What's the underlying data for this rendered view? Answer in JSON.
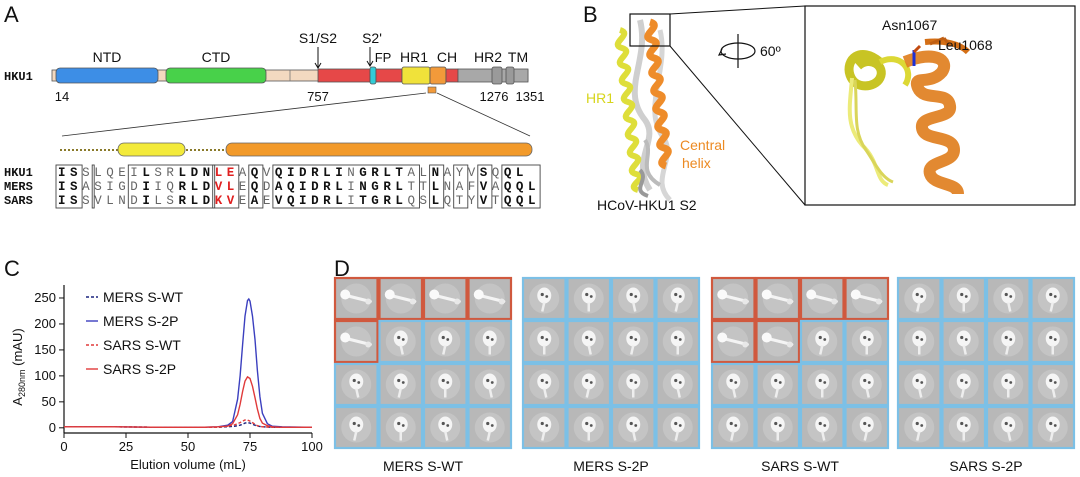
{
  "panels": {
    "a": "A",
    "b": "B",
    "c": "C",
    "d": "D"
  },
  "domain_map": {
    "protein": "HKU1",
    "labels": {
      "ntd": "NTD",
      "ctd": "CTD",
      "s1s2": "S1/S2",
      "s2p": "S2'",
      "fp": "FP",
      "hr1": "HR1",
      "ch": "CH",
      "hr2": "HR2",
      "tm": "TM"
    },
    "positions": {
      "start": "14",
      "s1s2": "757",
      "hr2": "1276",
      "end": "1351"
    }
  },
  "alignment": {
    "rows": [
      {
        "name": "HKU1",
        "seq": "ISSLQEILSRLDNLEAQVQIDRLINGRLTALNAYVSQQL"
      },
      {
        "name": "MERS",
        "seq": "ISASIGDIIQRLDVLEQDAQIDRLINGRLTTLNAFVAQQL"
      },
      {
        "name": "SARS",
        "seq": "ISSVLNDILSRLDKVEAEVQIDRLITGRLQSLQTYVTQQL"
      }
    ]
  },
  "structure": {
    "label_hr1": "HR1",
    "label_central": "Central",
    "label_helix": "helix",
    "caption": "HCoV-HKU1 S2",
    "rotation": "60º",
    "res1": "Asn1067",
    "res2": "Leu1068",
    "colors": {
      "hr1": "#dede3a",
      "central": "#ee8c2a",
      "grey": "#c8c8c8"
    }
  },
  "chart_data": {
    "type": "line",
    "xlabel": "Elution volume (mL)",
    "ylabel_main": "A",
    "ylabel_sub": "280nm",
    "ylabel_unit": " (mAU)",
    "xlim": [
      0,
      100
    ],
    "ylim": [
      -10,
      275
    ],
    "xticks": [
      0,
      25,
      50,
      75,
      100
    ],
    "yticks": [
      0,
      50,
      100,
      150,
      200,
      250
    ],
    "legend_position": "top-left",
    "series": [
      {
        "name": "MERS S-WT",
        "color": "#1a237e",
        "dash": true,
        "x": [
          0,
          20,
          40,
          55,
          62,
          66,
          69,
          71,
          72,
          73,
          74,
          75,
          76,
          77,
          78,
          80,
          84,
          100
        ],
        "y": [
          2,
          2,
          1,
          1,
          1,
          2,
          3,
          5,
          7,
          9,
          10,
          9,
          7,
          5,
          3,
          2,
          1,
          1
        ]
      },
      {
        "name": "MERS S-2P",
        "color": "#3b3fbf",
        "dash": false,
        "x": [
          0,
          20,
          40,
          55,
          62,
          66,
          68,
          70,
          71,
          72,
          73,
          74,
          74.5,
          75,
          76,
          77,
          78,
          79,
          80,
          82,
          84,
          88,
          100
        ],
        "y": [
          2,
          2,
          1,
          1,
          2,
          5,
          12,
          55,
          100,
          160,
          215,
          245,
          248,
          244,
          215,
          170,
          110,
          60,
          28,
          8,
          3,
          2,
          1
        ]
      },
      {
        "name": "SARS S-WT",
        "color": "#e03a3a",
        "dash": true,
        "x": [
          0,
          20,
          40,
          55,
          62,
          66,
          69,
          71,
          72,
          73,
          74,
          75,
          76,
          77,
          78,
          80,
          84,
          100
        ],
        "y": [
          2,
          2,
          1,
          1,
          1,
          3,
          6,
          10,
          13,
          15,
          15,
          13,
          10,
          7,
          4,
          2,
          1,
          1
        ]
      },
      {
        "name": "SARS S-2P",
        "color": "#e03a3a",
        "dash": false,
        "x": [
          0,
          20,
          40,
          55,
          62,
          66,
          68,
          70,
          71,
          72,
          73,
          74,
          75,
          76,
          77,
          78,
          79,
          80,
          82,
          84,
          88,
          100
        ],
        "y": [
          2,
          2,
          1,
          1,
          2,
          3,
          8,
          25,
          45,
          70,
          90,
          98,
          95,
          80,
          58,
          36,
          18,
          9,
          4,
          2,
          1,
          1
        ]
      }
    ]
  },
  "classes": {
    "groups": [
      {
        "name": "MERS S-WT",
        "color_border": "#7cc0e6",
        "color_red": "#d0593e",
        "red_top": 4,
        "red_bottom": 1
      },
      {
        "name": "MERS S-2P",
        "color_border": "#7cc0e6",
        "color_red": "#d0593e",
        "red_top": 0,
        "red_bottom": 0
      },
      {
        "name": "SARS S-WT",
        "color_border": "#7cc0e6",
        "color_red": "#d0593e",
        "red_top": 4,
        "red_bottom": 2
      },
      {
        "name": "SARS S-2P",
        "color_border": "#7cc0e6",
        "color_red": "#d0593e",
        "red_top": 0,
        "red_bottom": 0
      }
    ]
  }
}
